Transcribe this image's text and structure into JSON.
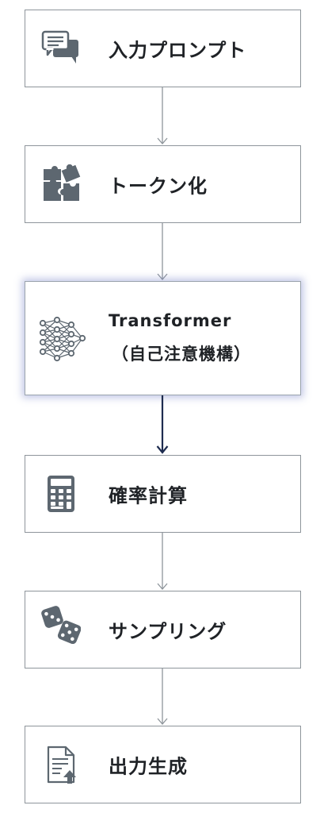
{
  "steps": [
    {
      "label": "入力プロンプト",
      "icon": "chat-bubbles-icon"
    },
    {
      "label": "トークン化",
      "icon": "puzzle-icon"
    },
    {
      "label_en": "Transformer",
      "label_jp": "（自己注意機構）",
      "icon": "neural-network-icon"
    },
    {
      "label": "確率計算",
      "icon": "calculator-icon"
    },
    {
      "label": "サンプリング",
      "icon": "dice-icon"
    },
    {
      "label": "出力生成",
      "icon": "document-upload-icon"
    }
  ],
  "colors": {
    "icon": "#5d6770",
    "border": "#8e959b",
    "arrow": "#8e959b",
    "arrow_emphasis": "#1e2c4f",
    "glow": "#7882c8"
  }
}
